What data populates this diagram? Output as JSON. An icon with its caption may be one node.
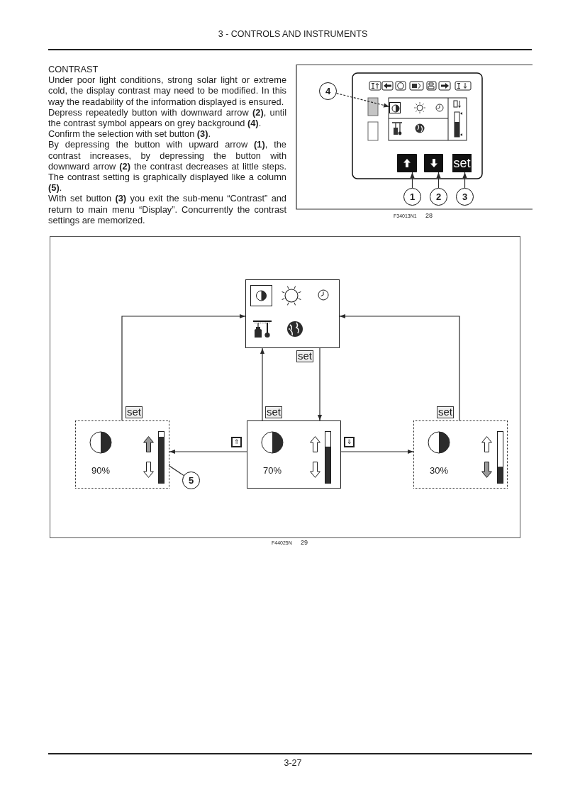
{
  "diagram": {
    "title": "3 - CONTROLS AND INSTRUMENTS",
    "nodes": [
      {
        "text": [
          "4"
        ]
      },
      {
        "text": [],
        "shape": "box"
      },
      {
        "text": [],
        "shape": "box"
      },
      {
        "text": [],
        "shape": "box"
      },
      {
        "text": [
          "set"
        ]
      },
      {
        "text": [
          "1"
        ]
      },
      {
        "text": [
          "2"
        ]
      },
      {
        "text": [
          "3"
        ]
      },
      {
        "text": [],
        "shape": "box"
      },
      {
        "text": [
          "90%"
        ]
      },
      {
        "text": [],
        "shape": "bar",
        "in": 9
      },
      {
        "text": [
          "70%"
        ]
      },
      {
        "text": [
          "30%"
        ]
      },
      {
        "text": [
          "5"
        ]
      }
    ],
    "edges": [
      {
        "from": 0,
        "to": 1,
        "arrow": "to",
        "style": "dashed"
      },
      {
        "from": 5,
        "to": 2,
        "arrow": "to"
      },
      {
        "from": 6,
        "to": 3,
        "arrow": "to"
      },
      {
        "from": 7,
        "to": 4,
        "arrow": "to"
      },
      {
        "from": 9,
        "to": 8,
        "arrow": "to",
        "label": "set"
      },
      {
        "from": 11,
        "to": 8,
        "arrow": "to",
        "label": "set"
      },
      {
        "from": 8,
        "to": 11,
        "arrow": "to",
        "label": "set"
      },
      {
        "from": 12,
        "to": 8,
        "arrow": "to",
        "label": "set"
      },
      {
        "from": 11,
        "to": 9,
        "arrow": "to",
        "label": "⇑"
      },
      {
        "from": 11,
        "to": 12,
        "arrow": "to",
        "label": "⇓"
      },
      {
        "from": 13,
        "to": 10,
        "arrow": "to"
      }
    ],
    "labels": [
      "CONTRAST",
      "Under poor light conditions, strong solar light or extreme cold, the display contrast may need to be modified. In this way the readability of the information displayed is ensured.",
      "Depress repeatedly button with downward arrow **(2)**, until the contrast symbol appears on grey background **(4)**.",
      "Confirm the selection with set button **(3)**.",
      "By depressing the button with upward arrow **(1)**, the contrast increases, by depressing the button with downward arrow **(2)** the contrast decreases at little steps. The contrast setting is graphically displayed like a column **(5)**.",
      "With set button **(3)** you exit the sub-menu “Contrast” and return to main menu “Display”. Concurrently the contrast settings are memorized.",
      "F34013N1",
      "28",
      "F44025N",
      "29",
      "3-27"
    ]
  }
}
